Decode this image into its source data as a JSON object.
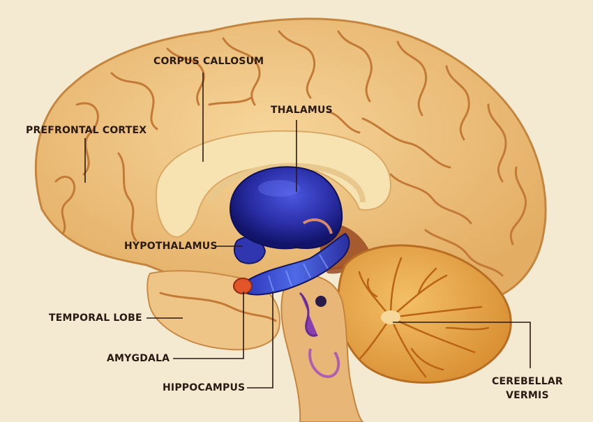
{
  "diagram": {
    "labels": {
      "corpus_callosum": "CORPUS CALLOSUM",
      "thalamus": "THALAMUS",
      "prefrontal_cortex": "PREFRONTAL CORTEX",
      "hypothalamus": "HYPOTHALAMUS",
      "temporal_lobe": "TEMPORAL LOBE",
      "amygdala": "AMYGDALA",
      "hippocampus": "HIPPOCAMPUS",
      "cerebellar_vermis_line1": "CEREBELLAR",
      "cerebellar_vermis_line2": "VERMIS"
    },
    "colors": {
      "background": "#f4ead2",
      "cortex": "#efc27e",
      "sulci": "#c98a45",
      "corpus_callosum": "#f7e2b2",
      "thalamus": "#2b2fa8",
      "hippocampus": "#3a46c8",
      "amygdala": "#e2552a",
      "cerebellum": "#e9a548",
      "brainstem": "#e6b070",
      "leader_lines": "#2a1a12"
    }
  }
}
